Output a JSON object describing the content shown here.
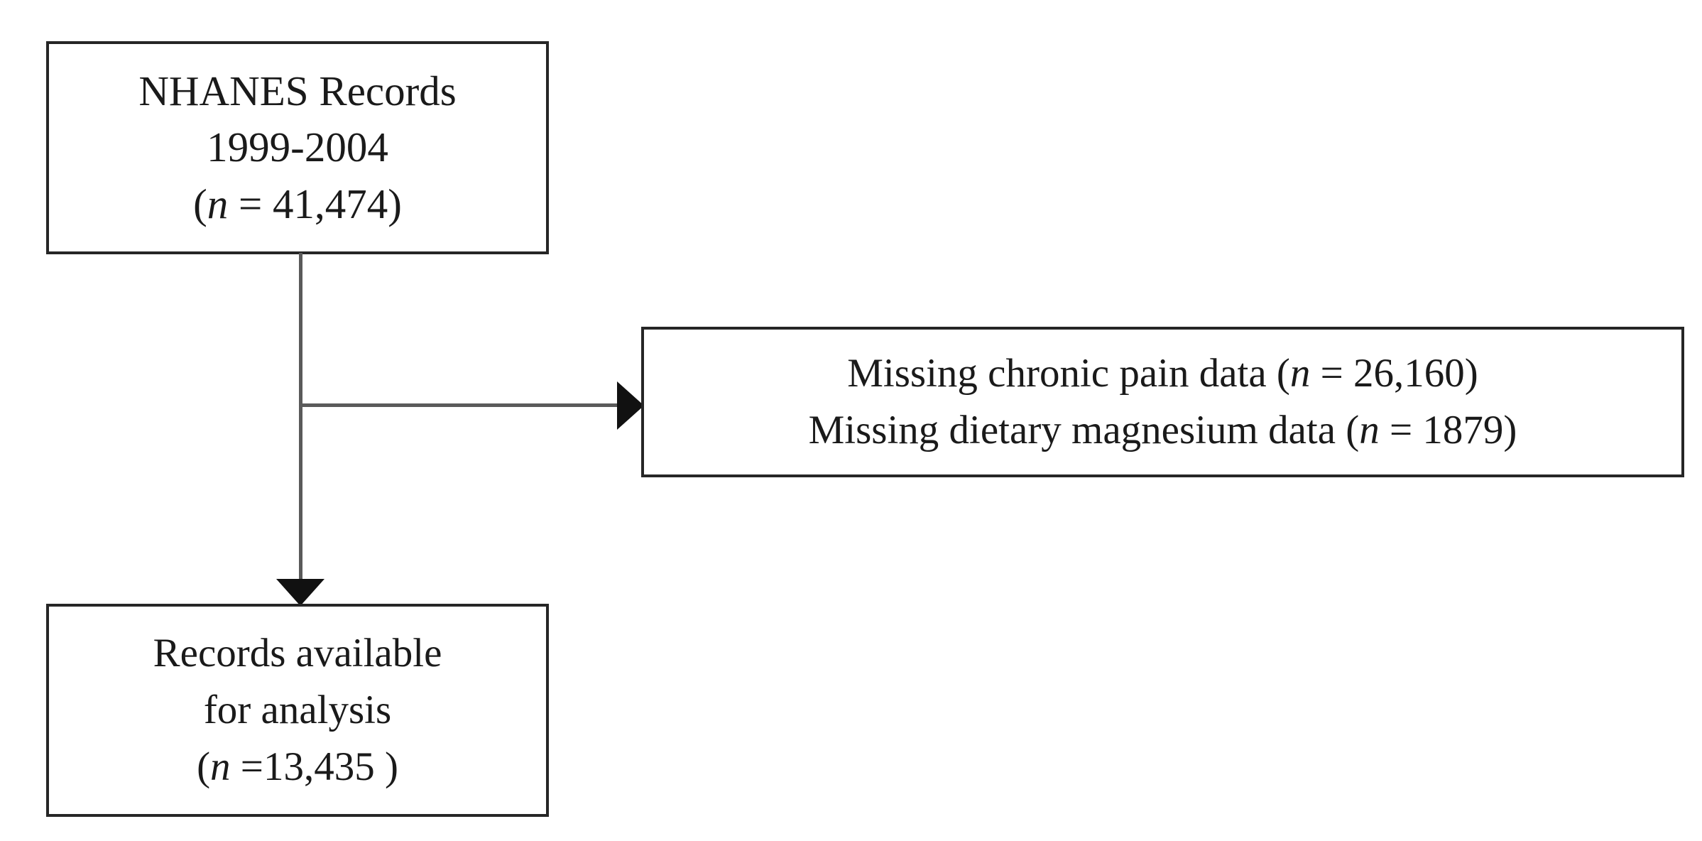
{
  "figure": {
    "type": "flowchart",
    "title": "NHANES participant selection flow diagram",
    "background_color": "#ffffff",
    "box_border_color": "#262626",
    "connector_color": "#5a5a5a",
    "arrowhead_color": "#111111"
  },
  "nodes": {
    "source": {
      "name": "source-records-box",
      "line1": "NHANES Records",
      "line2": "1999-2004",
      "n_prefix": "(",
      "n_symbol": "n",
      "n_value": " = 41,474)"
    },
    "excluded": {
      "name": "excluded-records-box",
      "line1_pre": "Missing chronic pain data (",
      "line1_symbol": "n",
      "line1_post": " = 26,160)",
      "line2_pre": "Missing dietary magnesium data (",
      "line2_symbol": "n",
      "line2_post": " = 1879)"
    },
    "analysis": {
      "name": "analysis-records-box",
      "line1": "Records available",
      "line2": "for analysis",
      "n_prefix": "(",
      "n_symbol": "n",
      "n_value": " =13,435 )"
    }
  },
  "chart_data": {
    "type": "flowchart",
    "steps": [
      {
        "label": "NHANES Records 1999-2004",
        "n": 41474
      },
      {
        "label": "Missing chronic pain data",
        "n": 26160,
        "role": "excluded"
      },
      {
        "label": "Missing dietary magnesium data",
        "n": 1879,
        "role": "excluded"
      },
      {
        "label": "Records available for analysis",
        "n": 13435
      }
    ]
  }
}
